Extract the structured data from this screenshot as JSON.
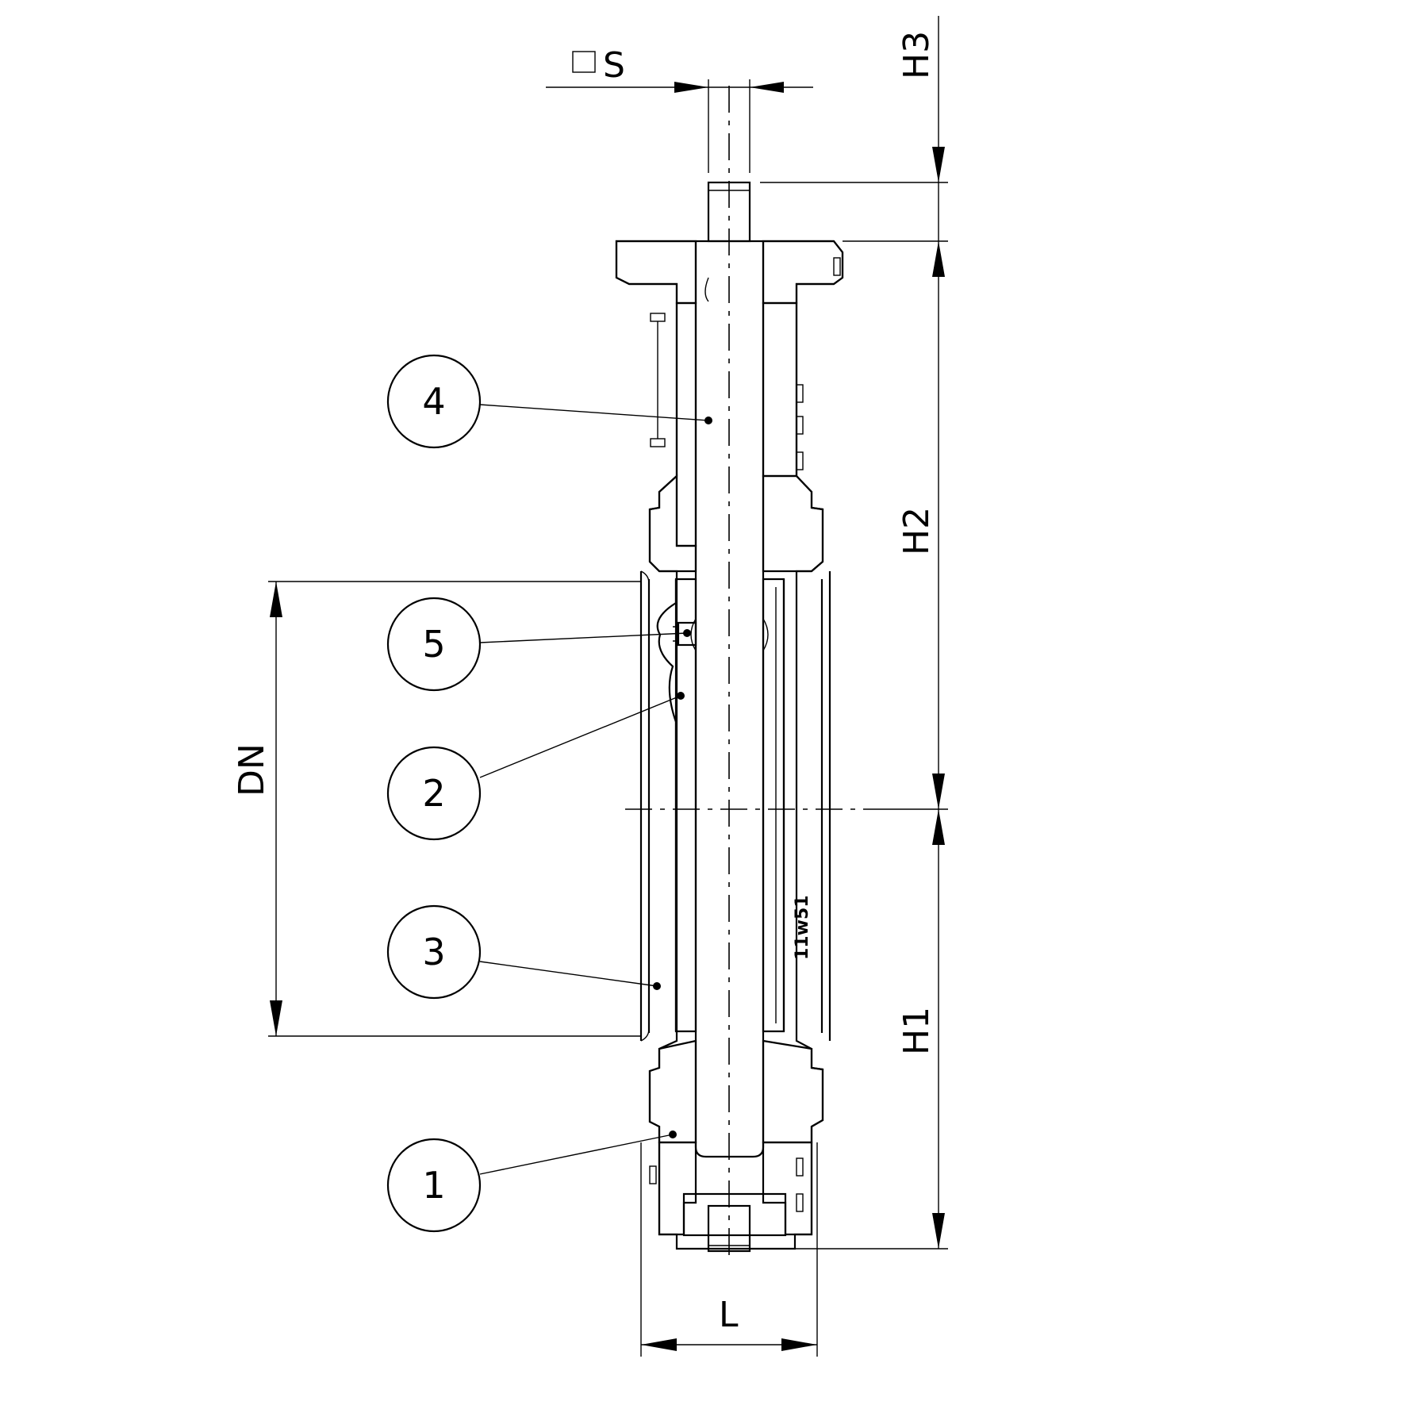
{
  "drawing": {
    "labels": {
      "s": "S",
      "h3": "H3",
      "h2": "H2",
      "h1": "H1",
      "dn": "DN",
      "l": "L",
      "marking": "11w51"
    },
    "callouts": [
      "4",
      "5",
      "2",
      "3",
      "1"
    ]
  }
}
